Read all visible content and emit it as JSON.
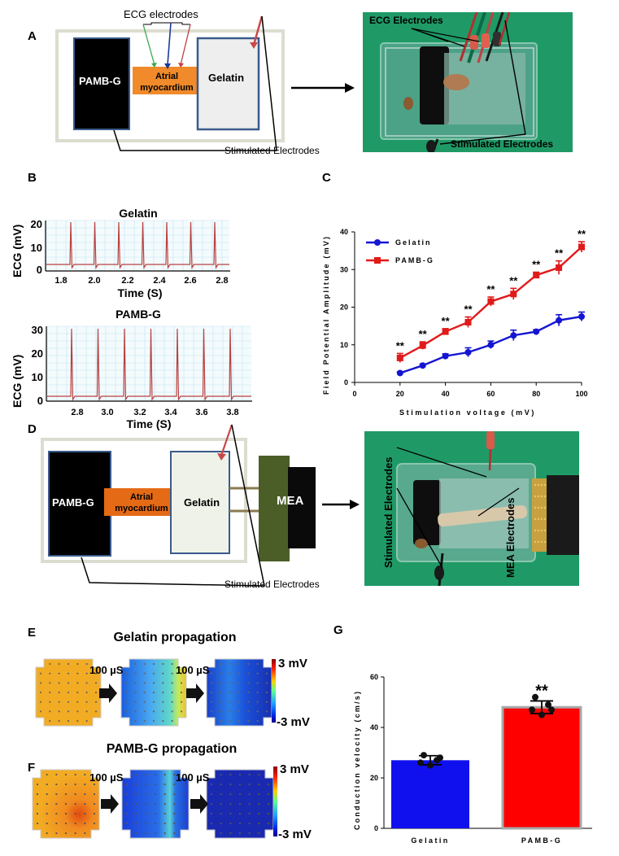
{
  "panels": {
    "A": {
      "letter": "A",
      "schematic": {
        "ecg_label": "ECG electrodes",
        "pamb_label": "PAMB-G",
        "atrial_line1": "Atrial",
        "atrial_line2": "myocardium",
        "gelatin_label": "Gelatin",
        "stim_label": "Stimulated Electrodes"
      },
      "photo": {
        "ecg_label": "ECG Electrodes",
        "stim_label": "Stimulated Electrodes"
      }
    },
    "B": {
      "letter": "B",
      "plots": [
        {
          "title": "Gelatin",
          "ylabel": "ECG (mV)",
          "xlabel": "Time (S)",
          "yticks": [
            "20",
            "10",
            "0"
          ],
          "xticks": [
            "1.8",
            "2.0",
            "2.2",
            "2.4",
            "2.6",
            "2.8"
          ]
        },
        {
          "title": "PAMB-G",
          "ylabel": "ECG (mV)",
          "xlabel": "Time (S)",
          "yticks": [
            "30",
            "20",
            "10",
            "0"
          ],
          "xticks": [
            "2.8",
            "3.0",
            "3.2",
            "3.4",
            "3.6",
            "3.8"
          ]
        }
      ]
    },
    "C": {
      "letter": "C",
      "ylabel": "Field Potential Amplitude (mV)",
      "xlabel": "Stimulation voltage (mV)",
      "xticks": [
        "0",
        "20",
        "40",
        "60",
        "80",
        "100"
      ],
      "yticks": [
        "0",
        "10",
        "20",
        "30",
        "40"
      ],
      "sig": "**"
    },
    "D": {
      "letter": "D",
      "schematic": {
        "pamb_label": "PAMB-G",
        "atrial_line1": "Atrial",
        "atrial_line2": "myocardium",
        "gelatin_label": "Gelatin",
        "mea_label": "MEA",
        "stim_label": "Stimulated Electrodes"
      },
      "photo": {
        "stim_label": "Stimulated Electrodes",
        "mea_label": "MEA Electrodes"
      }
    },
    "E": {
      "letter": "E",
      "title": "Gelatin propagation",
      "interval1": "100 µS",
      "interval2": "100 µS",
      "scale_top": "3 mV",
      "scale_bottom": "-3 mV"
    },
    "F": {
      "letter": "F",
      "title": "PAMB-G propagation",
      "interval1": "100 µS",
      "interval2": "100 µS",
      "scale_top": "3 mV",
      "scale_bottom": "-3 mV"
    },
    "G": {
      "letter": "G",
      "ylabel": "Conduction velocity (cm/s)",
      "yticks": [
        "0",
        "20",
        "40",
        "60"
      ],
      "sig": "**"
    }
  },
  "chart_data": [
    {
      "type": "line",
      "ylabel": "Field Potential Amplitude (mV)",
      "xlabel": "Stimulation voltage (mV)",
      "xlim": [
        0,
        100
      ],
      "ylim": [
        0,
        40
      ],
      "x": [
        20,
        30,
        40,
        50,
        60,
        70,
        80,
        90,
        100
      ],
      "legend_position": "top-left",
      "series": [
        {
          "name": "Gelatin",
          "color": "#1414d2",
          "values": [
            2.5,
            4.5,
            7,
            8,
            10,
            12.5,
            13.5,
            16.5,
            17.5
          ],
          "errors": [
            0.3,
            0.4,
            0.6,
            1.2,
            1,
            1.4,
            0.5,
            1.5,
            1.2
          ]
        },
        {
          "name": "PAMB-G",
          "color": "#e11a1a",
          "values": [
            6.5,
            9.8,
            13.5,
            16,
            21.5,
            23.5,
            28.5,
            30.5,
            36
          ],
          "errors": [
            1.2,
            1,
            0.8,
            1.4,
            1.2,
            1.5,
            0.8,
            1.8,
            1.4
          ]
        }
      ]
    },
    {
      "type": "bar",
      "categories": [
        "Gelatin",
        "PAMB-G"
      ],
      "ylabel": "Conduction velocity (cm/s)",
      "ylim": [
        0,
        60
      ],
      "values": [
        27,
        48
      ],
      "errors": [
        1.8,
        2.5
      ],
      "colors": [
        "#1010ee",
        "#ff0000"
      ],
      "points": [
        [
          29,
          27,
          26,
          25,
          28
        ],
        [
          52,
          49,
          47,
          45,
          47
        ]
      ]
    }
  ]
}
